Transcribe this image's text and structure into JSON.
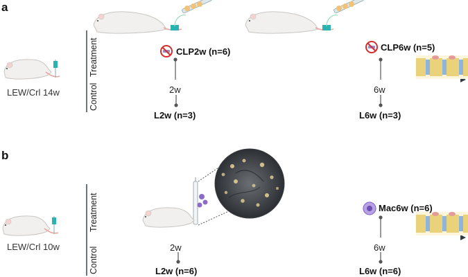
{
  "panel_a": {
    "letter": "a",
    "subject": "LEW/Crl 14w",
    "treatment_label": "Treatment",
    "control_label": "Control",
    "tick_2w": "2w",
    "tick_6w": "6w",
    "group_clp2w": "CLP2w (n=6)",
    "group_clp6w": "CLP6w (n=5)",
    "group_l2w": "L2w (n=3)",
    "group_l6w": "L6w (n=3)"
  },
  "panel_b": {
    "letter": "b",
    "subject": "LEW/Crl 10w",
    "treatment_label": "Treatment",
    "control_label": "Control",
    "tick_2w": "2w",
    "tick_6w": "6w",
    "group_mac6w": "Mac6w (n=6)",
    "group_l2w": "L2w (n=6)",
    "group_l6w": "L6w (n=6)"
  },
  "colors": {
    "timeline": "#2f3a44",
    "no_symbol": "#d32f2f",
    "syringe_tube": "#2bb3b1",
    "macrophage": "#8b6bc9",
    "spine_bone": "#e9d27a",
    "spine_disc": "#8fb6da"
  },
  "icons": [
    "rat-icon",
    "syringe-icon",
    "no-injection-icon",
    "macrophage-icon",
    "spine-icon",
    "microscopy-image-icon",
    "cell-tube-icon"
  ]
}
